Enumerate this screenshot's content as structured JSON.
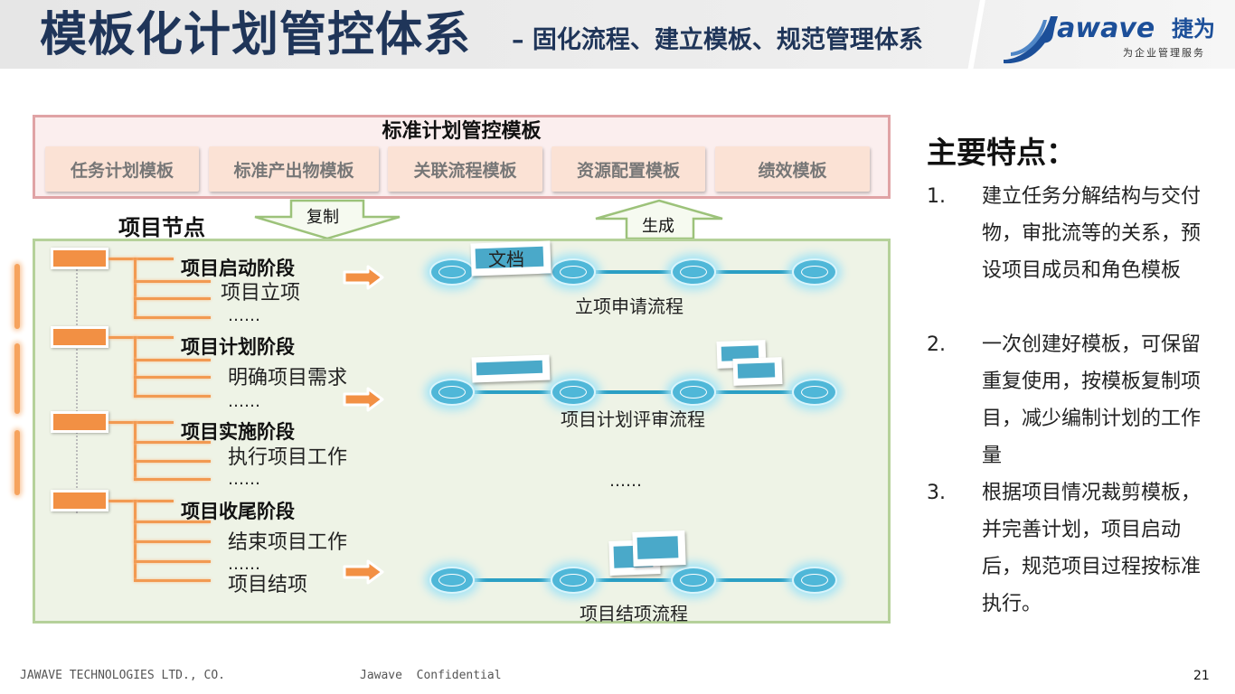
{
  "header": {
    "title": "模板化计划管控体系",
    "subtitle": "– 固化流程、建立模板、规范管理体系"
  },
  "logo": {
    "word": "Jawave",
    "cn": "捷为",
    "tagline": "为企业管理服务",
    "color": "#1c4f99"
  },
  "template": {
    "title": "标准计划管控模板",
    "buttons": [
      "任务计划模板",
      "标准产出物模板",
      "关联流程模板",
      "资源配置模板",
      "绩效模板"
    ]
  },
  "arrows": {
    "copy": "复制",
    "generate": "生成"
  },
  "nodes_title": "项目节点",
  "stages": [
    {
      "name": "项目启动阶段",
      "items": [
        "项目立项",
        "……"
      ]
    },
    {
      "name": "项目计划阶段",
      "items": [
        "明确项目需求",
        "……"
      ]
    },
    {
      "name": "项目实施阶段",
      "items": [
        "执行项目工作",
        "……"
      ]
    },
    {
      "name": "项目收尾阶段",
      "items": [
        "结束项目工作",
        "……",
        "项目结项"
      ]
    }
  ],
  "flows": {
    "doc_label": "文档",
    "names": [
      "立项申请流程",
      "项目计划评审流程",
      "项目结项流程"
    ],
    "ellipsis": "……"
  },
  "features": {
    "title": "主要特点：",
    "items": [
      {
        "num": "1.",
        "text": "建立任务分解结构与交付物，审批流等的关系，预设项目成员和角色模板"
      },
      {
        "num": "2.",
        "text": "一次创建好模板，可保留重复使用，按模板复制项目，减少编制计划的工作量"
      },
      {
        "num": "3.",
        "text": "根据项目情况裁剪模板，并完善计划，项目启动后，规范项目过程按标准执行。"
      }
    ]
  },
  "footer": {
    "company": "JAWAVE TECHNOLOGIES LTD., CO.",
    "confidential": "Jawave  Confidential",
    "page": "21"
  },
  "colors": {
    "title_navy": "#1f3559",
    "template_border": "#e0a3a5",
    "template_bg": "#fbeeee",
    "main_border": "#b5d19a",
    "main_bg": "#eef3e6",
    "orange": "#f29044",
    "flow_blue": "#4fb7d8"
  }
}
